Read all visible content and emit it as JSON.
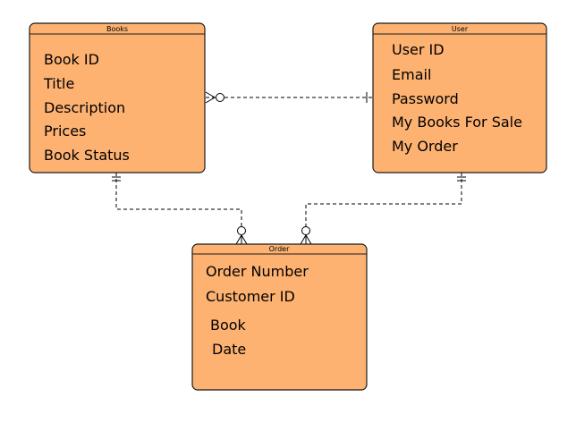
{
  "colors": {
    "entity_fill": "#fdb272",
    "entity_stroke": "#1a1a1a",
    "line": "#000000"
  },
  "entities": {
    "books": {
      "title": "Books",
      "attributes": [
        "Book ID",
        "Title",
        "Description",
        "Prices",
        "Book Status"
      ]
    },
    "user": {
      "title": "User",
      "attributes": [
        "User ID",
        "Email",
        "Password",
        "My Books For Sale",
        "My Order"
      ]
    },
    "order": {
      "title": "Order",
      "attributes": [
        "Order Number",
        "Customer ID",
        "Book",
        "Date"
      ]
    }
  },
  "relationships": [
    {
      "from": "books",
      "to": "user",
      "from_end": "zero-or-many",
      "to_end": "exactly-one"
    },
    {
      "from": "books",
      "to": "order",
      "from_end": "exactly-one",
      "to_end": "zero-or-many"
    },
    {
      "from": "user",
      "to": "order",
      "from_end": "exactly-one",
      "to_end": "zero-or-many"
    }
  ]
}
